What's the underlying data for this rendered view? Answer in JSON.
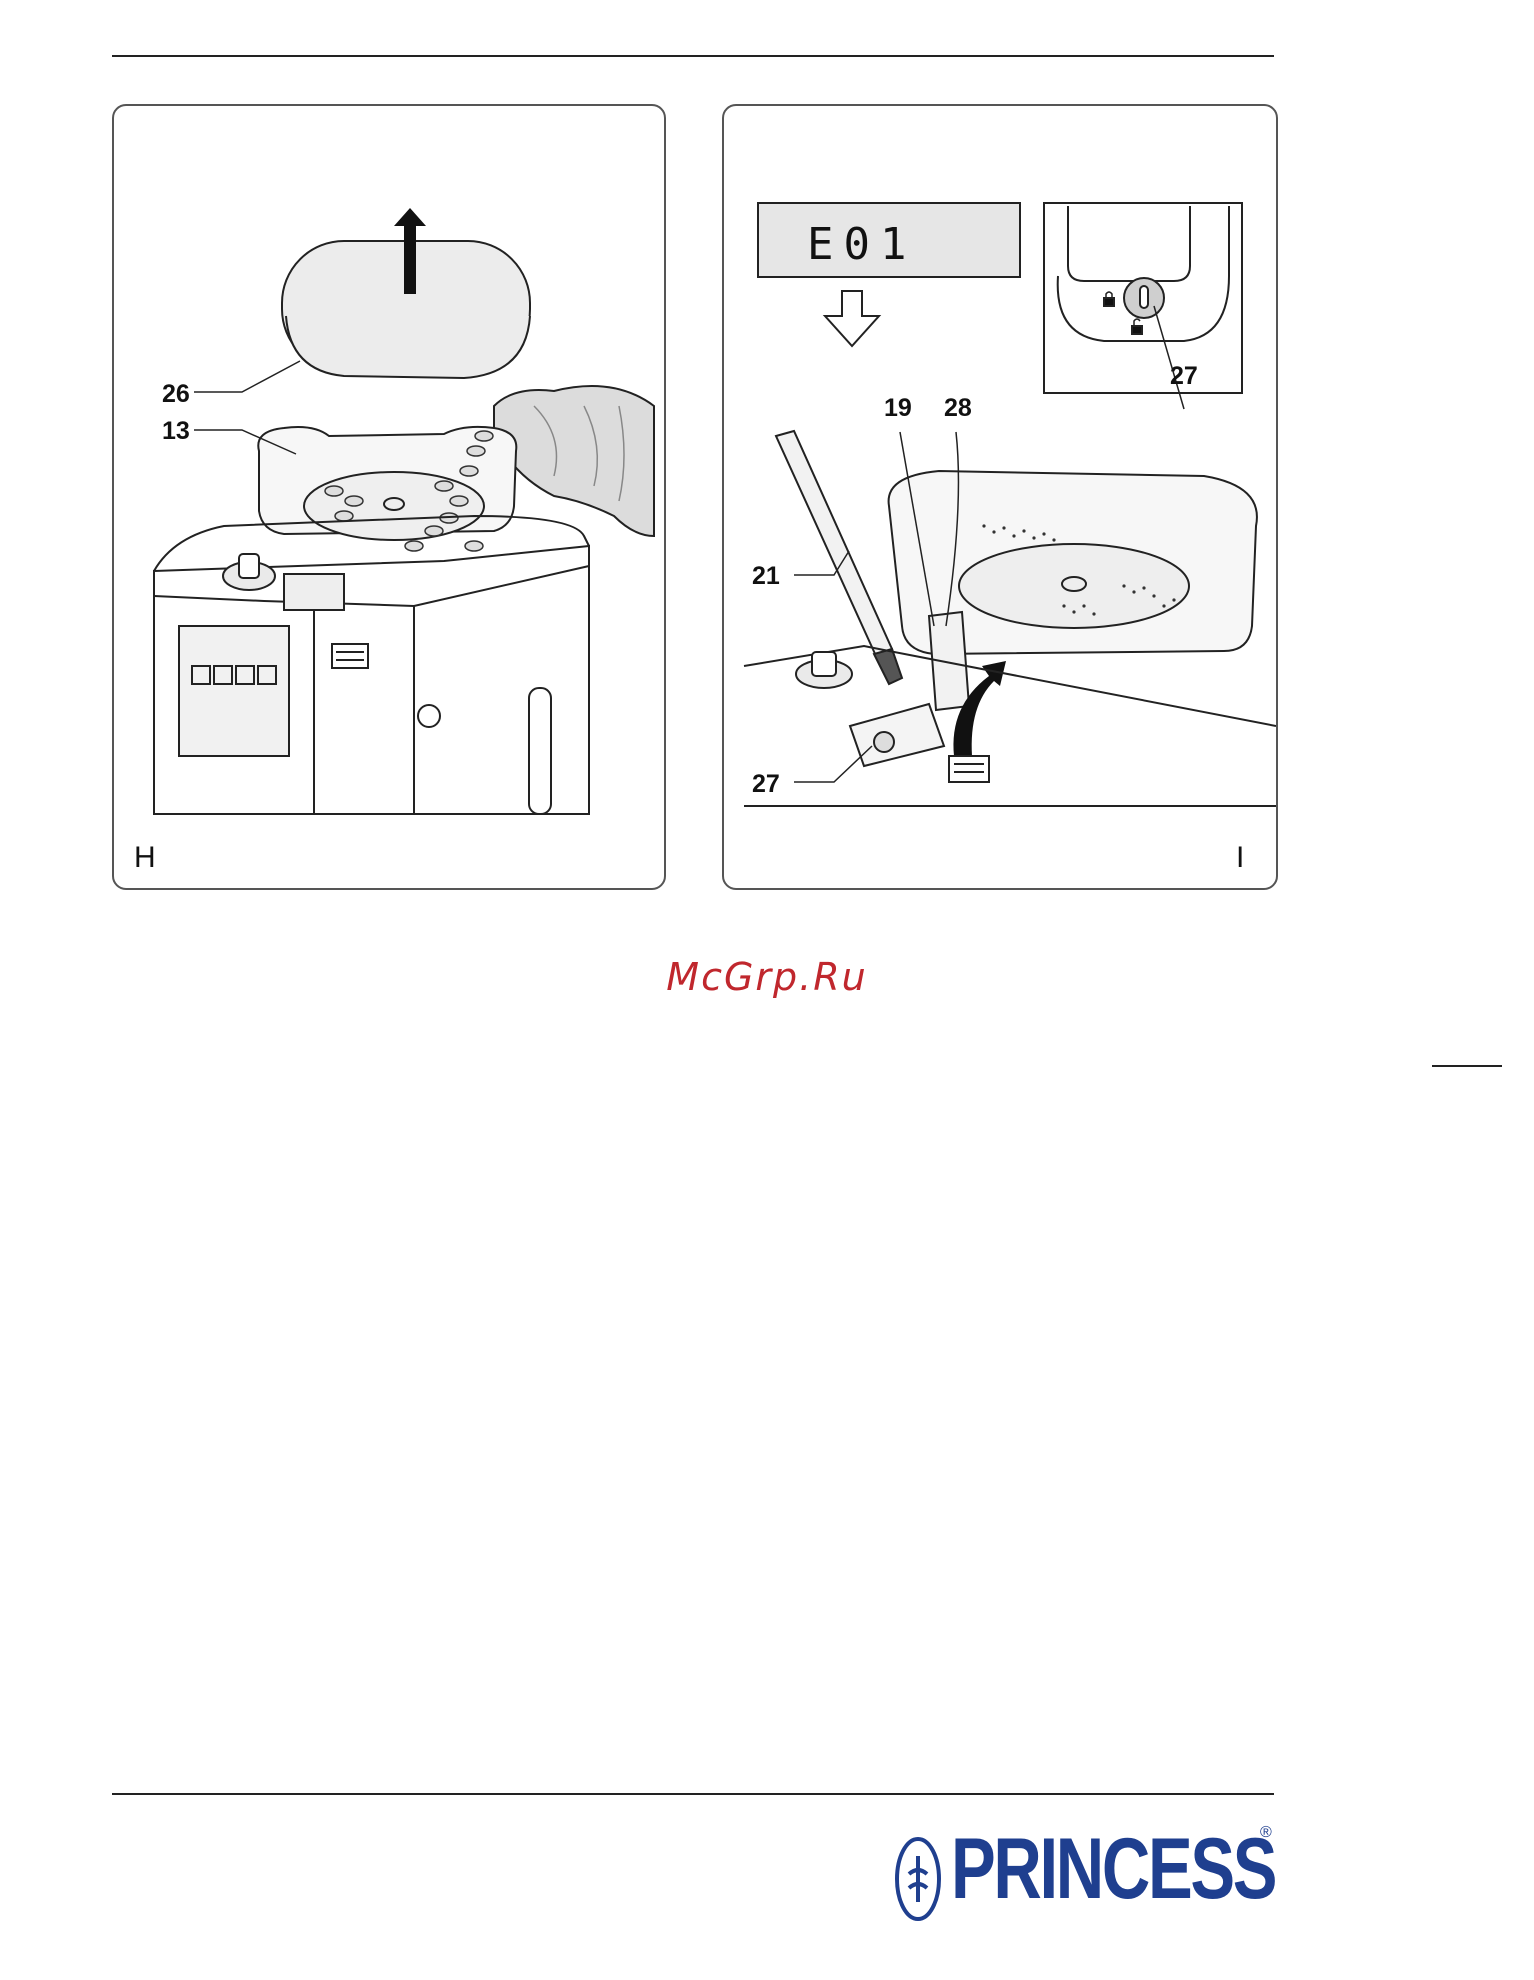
{
  "figures": [
    {
      "id": "H",
      "letter": "H",
      "callouts": [
        {
          "id": "lid",
          "label": "26"
        },
        {
          "id": "container",
          "label": "13"
        }
      ]
    },
    {
      "id": "I",
      "letter": "I",
      "display_text": "E01",
      "callouts": [
        {
          "id": "brush",
          "label": "21"
        },
        {
          "id": "filter-left",
          "label": "19"
        },
        {
          "id": "filter-right",
          "label": "28"
        },
        {
          "id": "knob-bottom",
          "label": "27"
        },
        {
          "id": "knob-inset",
          "label": "27"
        }
      ]
    }
  ],
  "watermark": "McGrp.Ru",
  "brand": {
    "name": "PRINCESS",
    "registered_mark": "®",
    "color": "#1f3f8f"
  },
  "colors": {
    "watermark": "#c0272d",
    "line": "#222222",
    "display_bg": "#e6e6e6"
  }
}
